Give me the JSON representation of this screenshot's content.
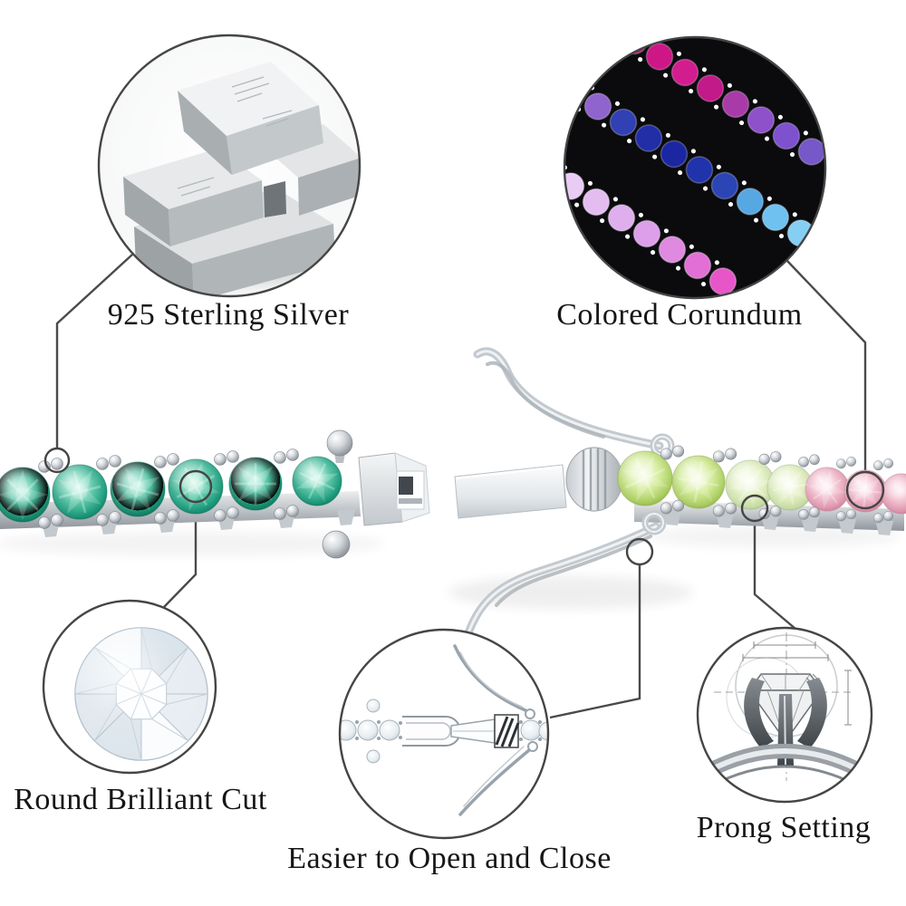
{
  "infographic": {
    "background": "#ffffff",
    "callouts": [
      {
        "id": "sterling-silver",
        "label": "925 Sterling Silver",
        "media": "silver-ingots-photo",
        "position": "top-left"
      },
      {
        "id": "colored-corundum",
        "label": "Colored Corundum",
        "media": "gem-strands-photo",
        "position": "top-right"
      },
      {
        "id": "round-brilliant-cut",
        "label": "Round Brilliant Cut",
        "media": "diamond-top-view-photo",
        "position": "bottom-left"
      },
      {
        "id": "easier-open-close",
        "label": "Easier to Open and Close",
        "media": "clasp-line-drawing",
        "position": "bottom-center"
      },
      {
        "id": "prong-setting",
        "label": "Prong Setting",
        "media": "prong-setting-sketch",
        "position": "bottom-right"
      }
    ],
    "colors": {
      "leader_line": "#4a4a4a",
      "label_text": "#161616",
      "corundum_background": "#0b0b0e",
      "emerald_green": "#2aa183",
      "peridot_green": "#cfe98f",
      "pink_sapphire": "#e8a9bd",
      "magenta": "#ce1787",
      "sapphire_blue": "#1b27a0",
      "light_blue": "#6fc2f0",
      "amethyst": "#8f51c9",
      "lavender": "#e3bdf0",
      "silver": "#c9ced2"
    }
  }
}
